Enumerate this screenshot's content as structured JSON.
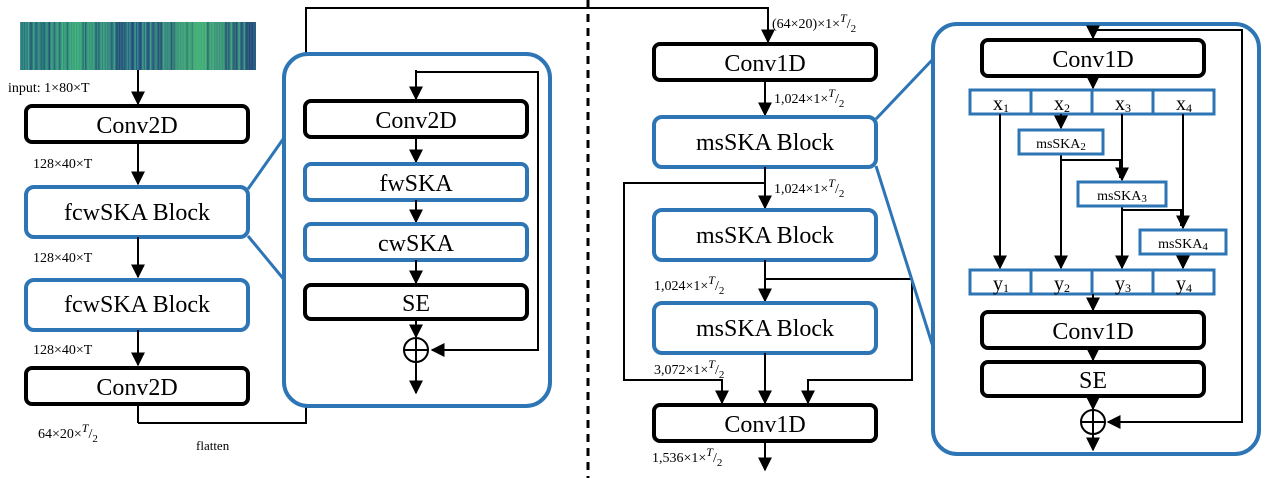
{
  "left_panel": {
    "input_label": "input: 1×80×T",
    "conv2d_top": "Conv2D",
    "dim_after_conv": "128×40×T",
    "block1": "fcwSKA Block",
    "dim_after_block1": "128×40×T",
    "block2": "fcwSKA Block",
    "dim_after_block2": "128×40×T",
    "conv2d_bottom": "Conv2D",
    "dim_out_base": "64×20×",
    "flatten": "flatten"
  },
  "fcw_detail": {
    "conv2d": "Conv2D",
    "fwska": "fwSKA",
    "cwska": "cwSKA",
    "se": "SE"
  },
  "right_panel": {
    "dim_in": "(64×20)×1×",
    "conv1d_top": "Conv1D",
    "dim_1": "1,024×1×",
    "block1": "msSKA Block",
    "dim_2": "1,024×1×",
    "block2": "msSKA Block",
    "dim_3": "1,024×1×",
    "block3": "msSKA Block",
    "dim_4": "3,072×1×",
    "conv1d_bottom": "Conv1D",
    "dim_out": "1,536×1×",
    "half_T": "T",
    "half_den": "2"
  },
  "ms_detail": {
    "conv1d_top": "Conv1D",
    "x_cells": [
      "x1",
      "x2",
      "x3",
      "x4"
    ],
    "y_cells": [
      "y1",
      "y2",
      "y3",
      "y4"
    ],
    "ms_ska": [
      "msSKA2",
      "msSKA3",
      "msSKA4"
    ],
    "conv1d_bottom": "Conv1D",
    "se": "SE"
  },
  "colors": {
    "accent_blue": "#2e75b6",
    "black": "#000000",
    "spectrogram_dark": "#22385f",
    "spectrogram_green": "#3ba27e"
  }
}
